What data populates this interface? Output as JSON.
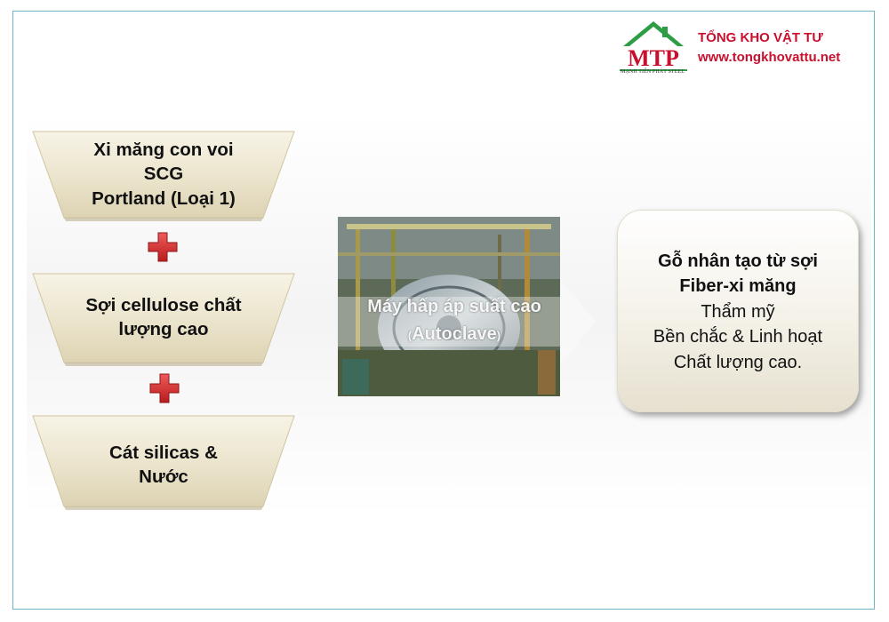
{
  "brand": {
    "logo_text": "MTP",
    "logo_caption": "MẠNH TIẾN PHÁT STEEL",
    "company_name": "TỔNG KHO VẬT TƯ",
    "website": "www.tongkhovattu.net",
    "color": "#c8102e"
  },
  "ingredients": [
    {
      "lines": [
        "Xi măng con voi",
        "SCG",
        "Portland (Loại 1)"
      ]
    },
    {
      "lines": [
        "Sợi cellulose chất",
        "lượng cao"
      ]
    },
    {
      "lines": [
        "Cát silicas &",
        "Nước"
      ]
    }
  ],
  "operator_icon": "plus-icon",
  "process": {
    "title": "Máy hấp áp suất cao",
    "open_paren": "(",
    "name": "Autoclave",
    "close_paren": ")"
  },
  "result": {
    "title_line1": "Gỗ nhân tạo từ sợi",
    "title_line2": "Fiber-xi măng",
    "lines": [
      "Thẩm mỹ",
      "Bền chắc & Linh hoạt",
      "Chất lượng cao."
    ]
  }
}
